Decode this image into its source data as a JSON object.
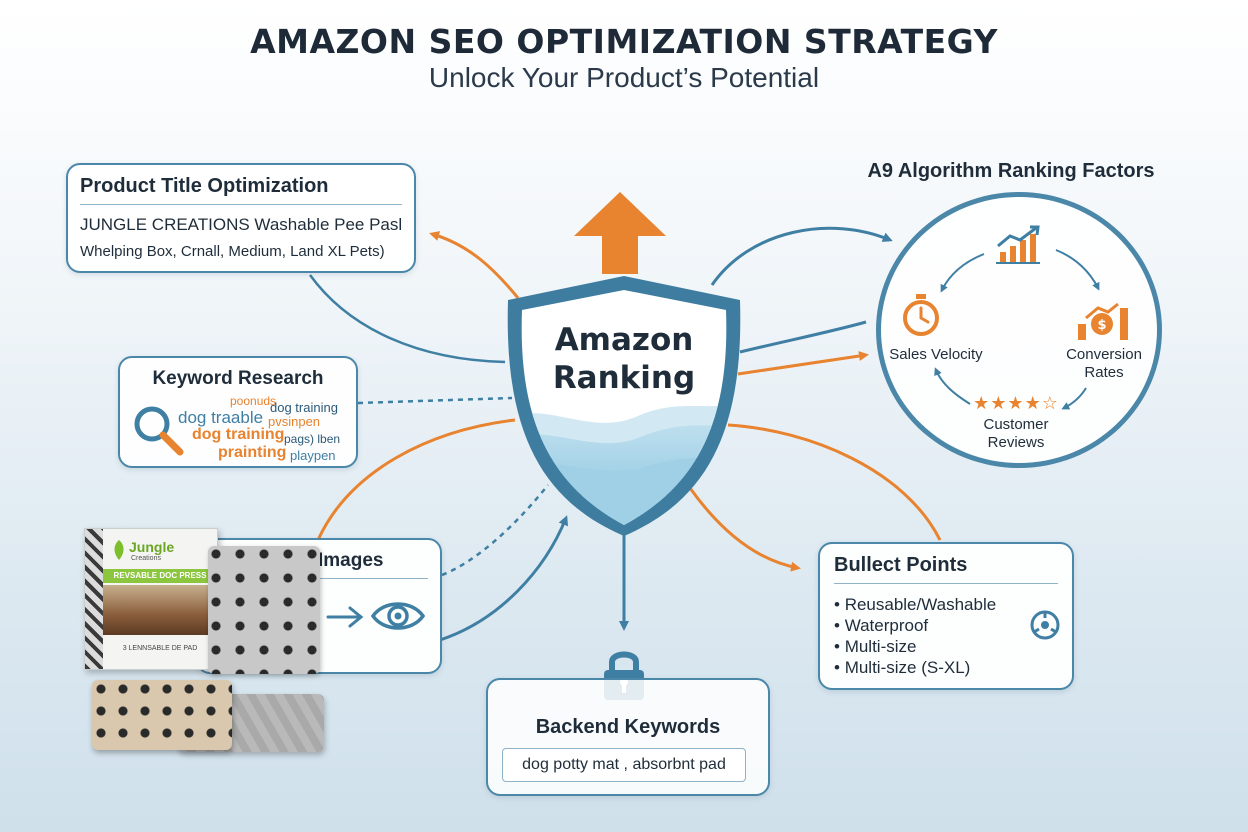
{
  "header": {
    "title": "AMAZON SEO OPTIMIZATION STRATEGY",
    "subtitle": "Unlock Your Product’s Potential"
  },
  "center": {
    "line1": "Amazon",
    "line2": "Ranking"
  },
  "title_card": {
    "heading": "Product Title Optimization",
    "line1": "JUNGLE CREATIONS Washable Pee Pasl",
    "line2": "Whelping Box, Crnall, Medium, Land XL Pets)"
  },
  "keyword_card": {
    "heading": "Keyword Research",
    "words": [
      "poonuds",
      "dog traable",
      "dog training",
      "pvsinpen",
      "dog training",
      "pags) lben",
      "prainting",
      "playpen"
    ]
  },
  "images_card": {
    "heading": "Images"
  },
  "product_package": {
    "brand": "Jungle",
    "brand_sub": "Creations",
    "band_text": "REVSABLE DOC PRESS",
    "bottom_text": "3 LENNSABLE DE PAD"
  },
  "backend_card": {
    "heading": "Backend Keywords",
    "value": "dog potty mat , absorbnt pad"
  },
  "bullet_card": {
    "heading": "Bullect Points",
    "items": [
      "Reusable/Washable",
      "Waterproof",
      "Multi-size",
      "Multi-size (S-XL)"
    ]
  },
  "a9": {
    "heading": "A9 Algorithm Ranking Factors",
    "sales_velocity": "Sales Velocity",
    "conversion_line1": "Conversion",
    "conversion_line2": "Rates",
    "reviews_line1": "Customer",
    "reviews_line2": "Reviews",
    "stars": "★★★★☆"
  },
  "colors": {
    "accent_orange": "#e8832f",
    "accent_blue": "#3f7fa3",
    "text_dark": "#1f2d3a"
  },
  "icons": [
    "arrow-up-icon",
    "search-icon",
    "eye-icon",
    "arrow-right-icon",
    "lock-icon",
    "settings-icon",
    "chart-up-icon",
    "stopwatch-icon",
    "dollar-chart-icon",
    "star-rating-icon"
  ]
}
